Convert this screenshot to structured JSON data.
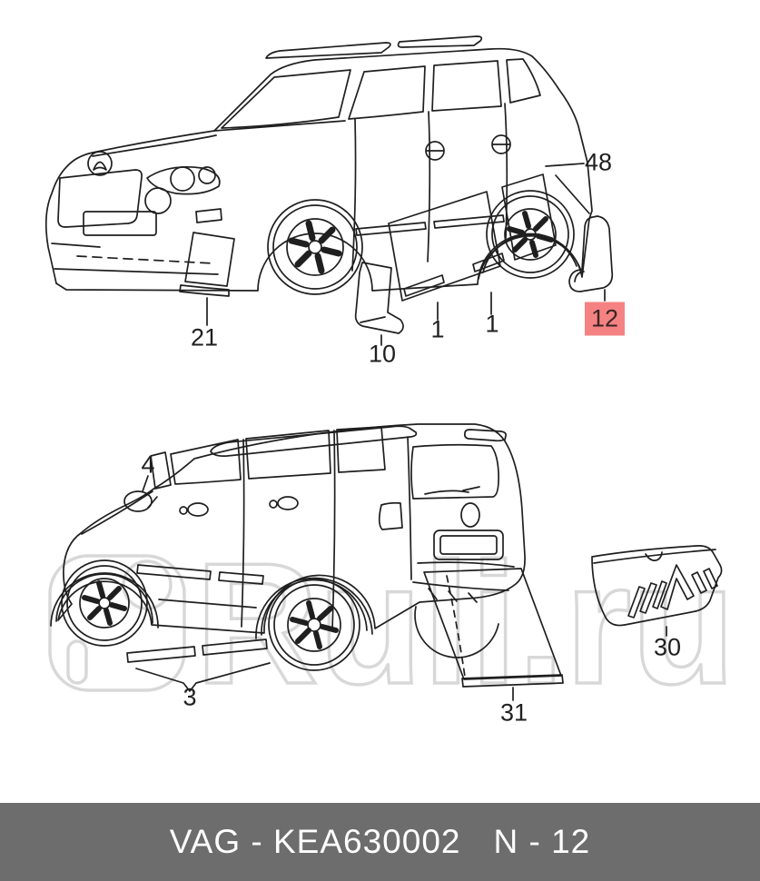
{
  "diagram": {
    "description": "Skoda Yeti accessories parts diagram: protective films and mud flaps, two vehicle views",
    "callouts": {
      "c48": {
        "label": "48",
        "highlighted": false
      },
      "c12": {
        "label": "12",
        "highlighted": true
      },
      "c21": {
        "label": "21",
        "highlighted": false
      },
      "c10": {
        "label": "10",
        "highlighted": false
      },
      "c1a": {
        "label": "1",
        "highlighted": false
      },
      "c1b": {
        "label": "1",
        "highlighted": false
      },
      "c4": {
        "label": "4",
        "highlighted": false
      },
      "c3": {
        "label": "3",
        "highlighted": false
      },
      "c31": {
        "label": "31",
        "highlighted": false
      },
      "c30": {
        "label": "30",
        "highlighted": false
      }
    }
  },
  "watermark": {
    "text": "Ruli.ru"
  },
  "footer": {
    "catalog_code": "VAG - KEA630002",
    "page_code": "N - 12"
  },
  "colors": {
    "line": "#1f1f1f",
    "highlight_box": "#f58282",
    "footer_bg": "#6d6d6d",
    "footer_text": "#ffffff",
    "watermark": "#d8d8d8"
  }
}
